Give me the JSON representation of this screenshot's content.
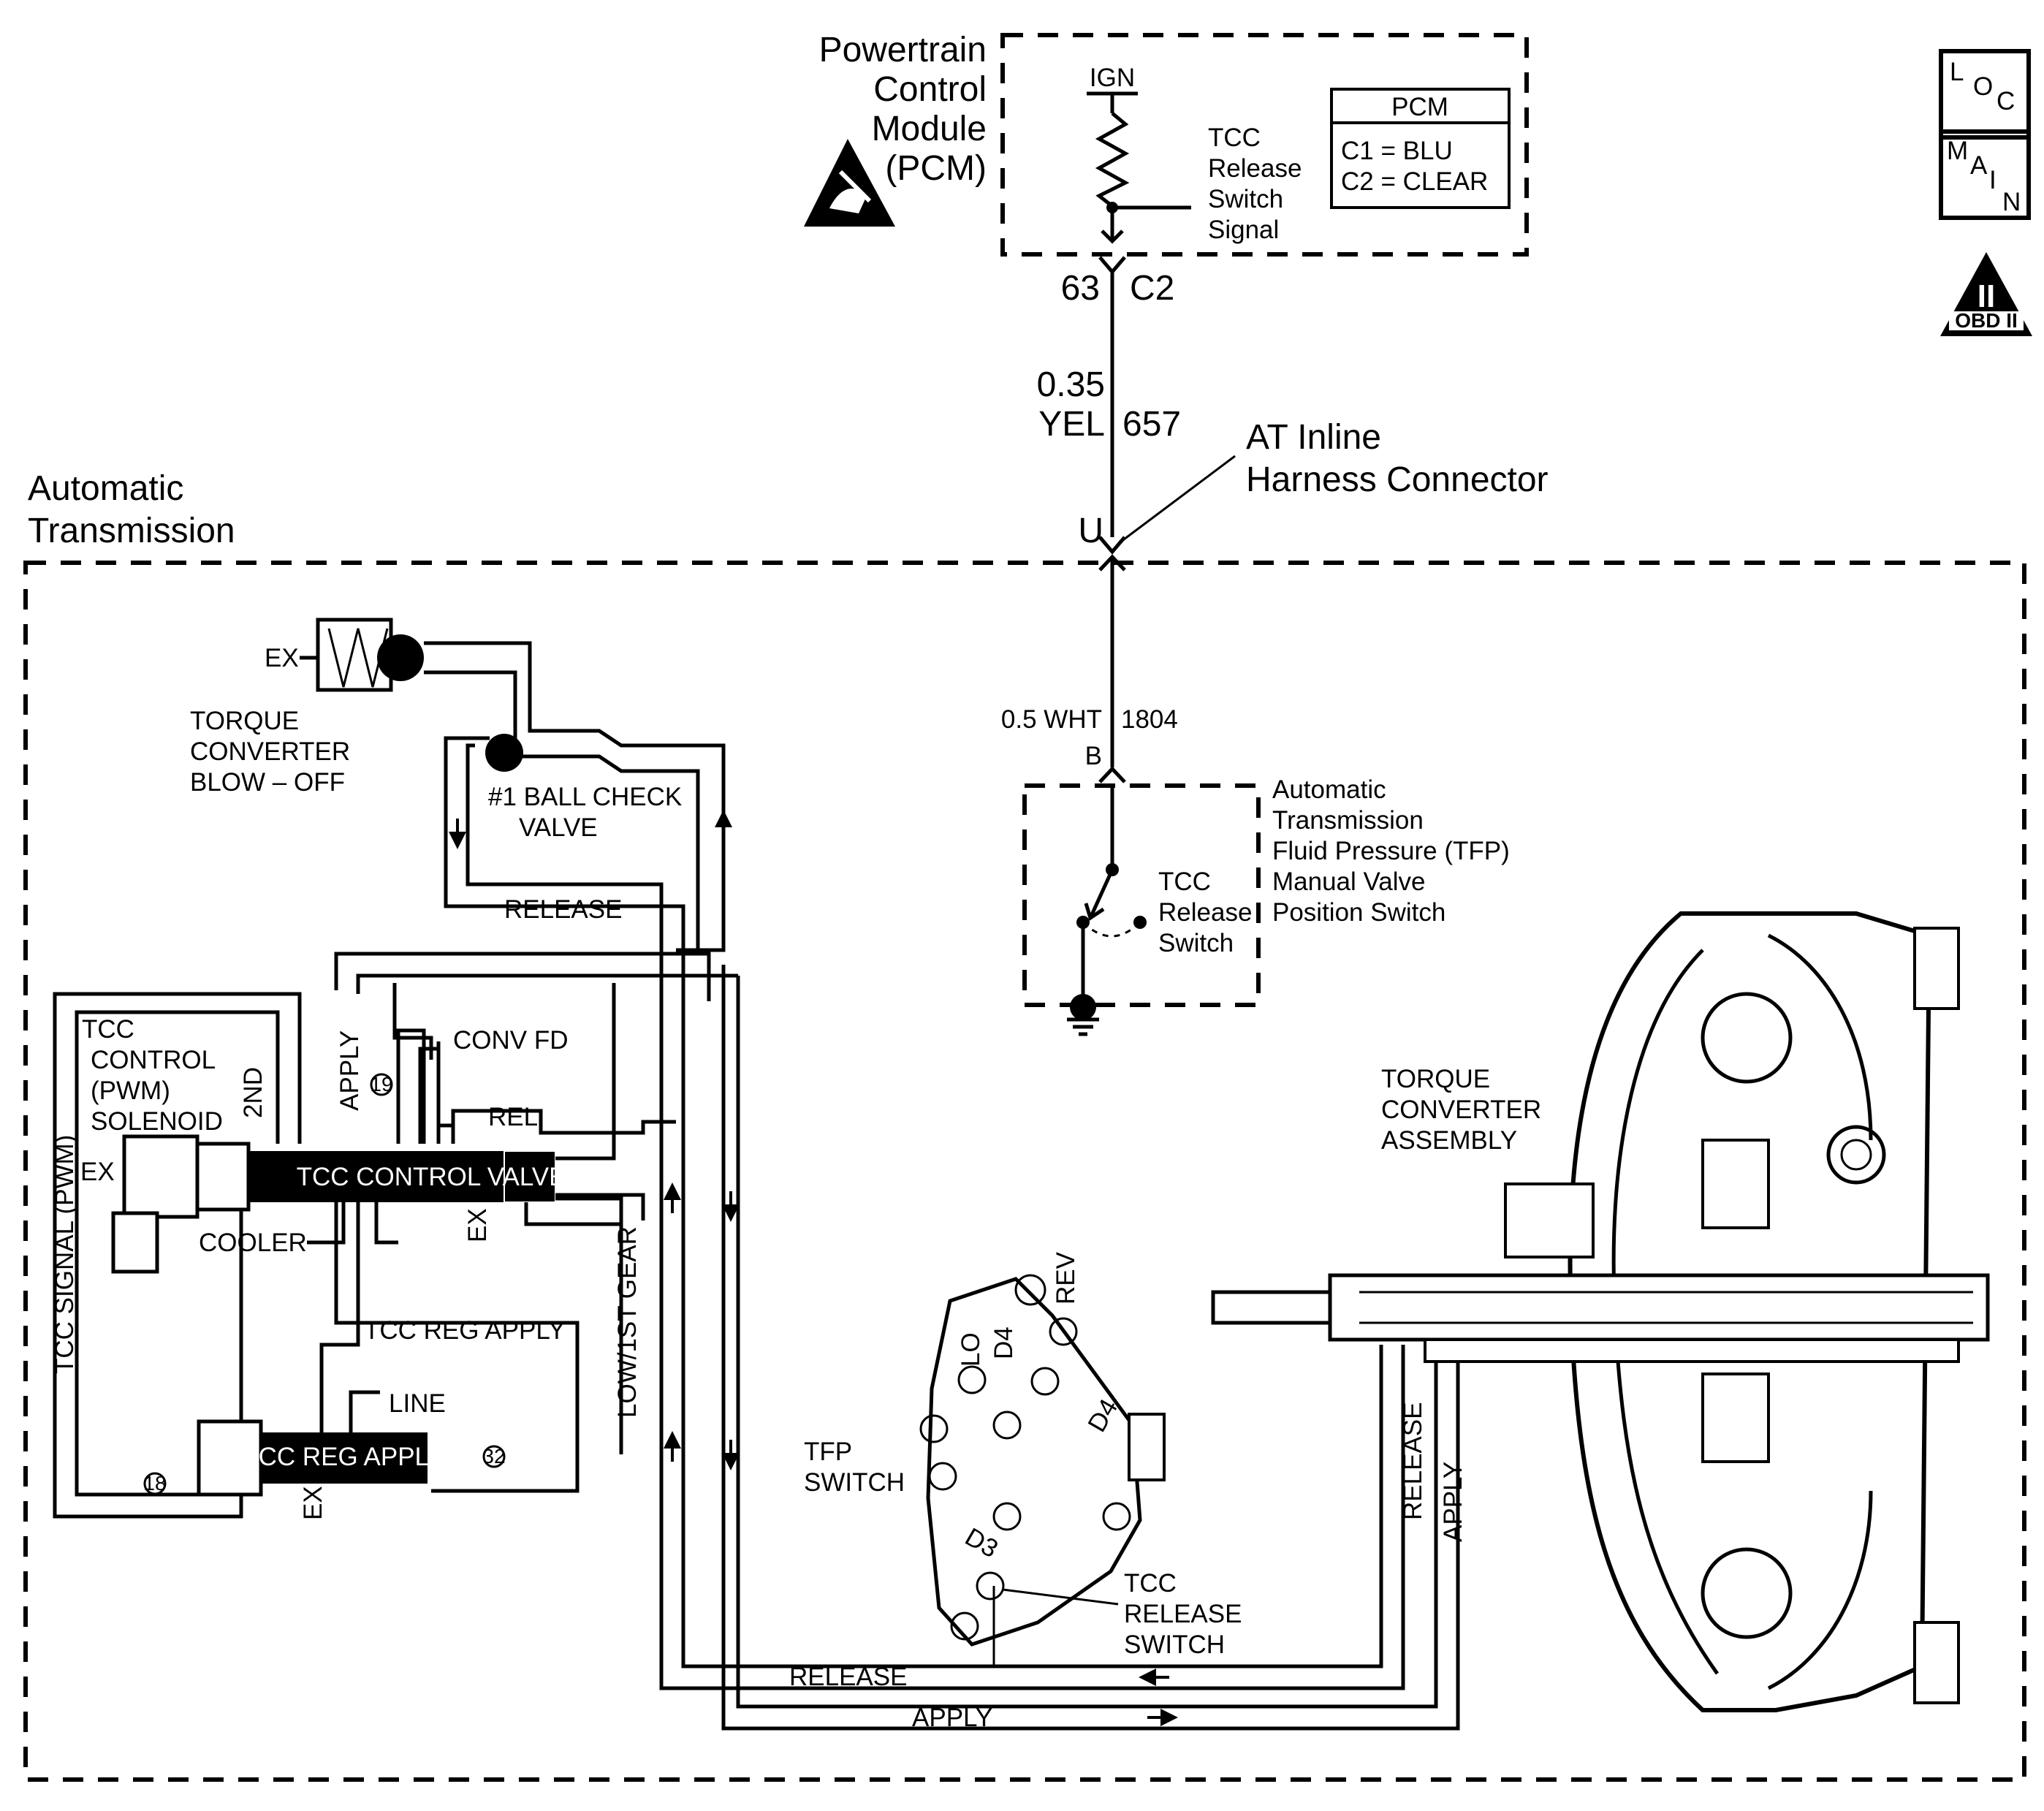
{
  "pcm": {
    "title_lines": [
      "Powertrain",
      "Control",
      "Module",
      "(PCM)"
    ],
    "ign": "IGN",
    "signal_lines": [
      "TCC",
      "Release",
      "Switch",
      "Signal"
    ],
    "connector_header": "PCM",
    "connector_c1": "C1 = BLU",
    "connector_c2": "C2 = CLEAR",
    "pin": "63",
    "connector": "C2"
  },
  "wire_upper": {
    "gauge": "0.35",
    "color": "YEL",
    "circuit": "657"
  },
  "inline_connector": {
    "lines": [
      "AT Inline",
      "Harness Connector"
    ],
    "pin": "U"
  },
  "transmission": {
    "title_lines": [
      "Automatic",
      "Transmission"
    ]
  },
  "wire_lower": {
    "gauge_color": "0.5 WHT",
    "circuit": "1804",
    "pin": "B"
  },
  "tfp_switch": {
    "title_lines": [
      "Automatic",
      "Transmission",
      "Fluid Pressure (TFP)",
      "Manual Valve",
      "Position Switch"
    ],
    "switch_lines": [
      "TCC",
      "Release",
      "Switch"
    ]
  },
  "nav": {
    "loc": [
      "L",
      "O",
      "C"
    ],
    "main": [
      "M",
      "A",
      "I",
      "N"
    ],
    "obd_numeral": "II",
    "obd_text": "OBD II"
  },
  "hydraulic": {
    "blowoff": [
      "TORQUE",
      "CONVERTER",
      "BLOW – OFF"
    ],
    "ex": "EX",
    "ball_check": [
      "#1 BALL CHECK",
      "VALVE"
    ],
    "release": "RELEASE",
    "apply": "APPLY",
    "tcc_solenoid": [
      "TCC",
      "CONTROL",
      "(PWM)",
      "SOLENOID"
    ],
    "second": "2ND",
    "conv_fd": "CONV FD",
    "rel": "REL",
    "control_valve": "TCC CONTROL VALVE",
    "cooler": "COOLER",
    "tcc_signal": "TCC SIGNAL (PWM)",
    "reg_apply_line": "TCC REG APPLY",
    "reg_apply_valve": "TCC REG APPLY",
    "line": "LINE",
    "low_gear": "LOW/1ST GEAR",
    "checkball_19": "19",
    "checkball_18": "18",
    "checkball_32": "32"
  },
  "tfp_detail": {
    "label": [
      "TFP",
      "SWITCH"
    ],
    "lo": "LO",
    "d4a": "D4",
    "rev": "REV",
    "d4b": "D4",
    "d3": "D3",
    "tcc_release_switch": [
      "TCC",
      "RELEASE",
      "SWITCH"
    ]
  },
  "converter": {
    "label": [
      "TORQUE",
      "CONVERTER",
      "ASSEMBLY"
    ],
    "release": "RELEASE",
    "apply": "APPLY"
  }
}
